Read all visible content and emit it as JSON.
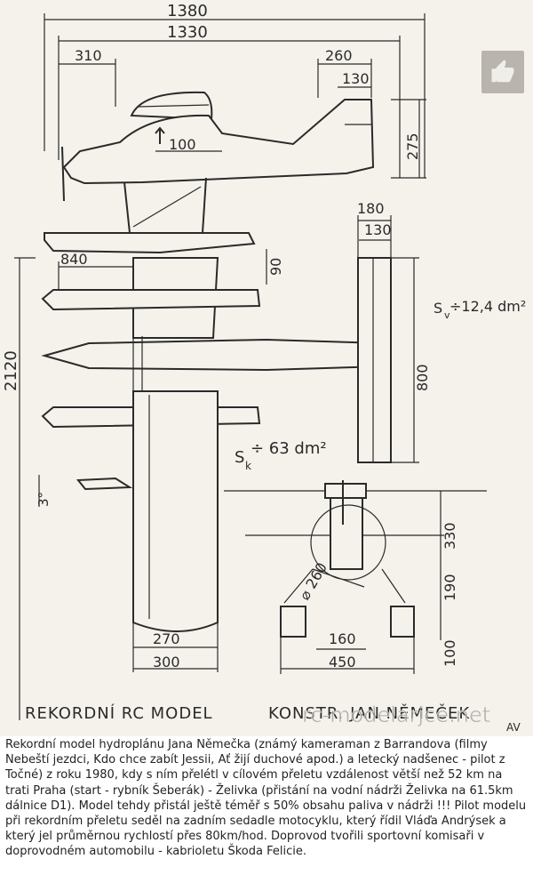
{
  "drawing": {
    "side_view": {
      "dim_total_length": "1380",
      "dim_fuselage_length": "1330",
      "dim_nose": "310",
      "dim_tail_260": "260",
      "dim_tail_130": "130",
      "dim_height_275": "275",
      "dim_wing_100": "100"
    },
    "top_view": {
      "dim_span": "2120",
      "dim_float_840": "840",
      "dim_90": "90",
      "dim_stab_180": "180",
      "dim_stab_130": "130",
      "dim_stab_800": "800",
      "stab_area": "S",
      "stab_area_sub": "v",
      "stab_area_val": "÷12,4 dm²",
      "wing_area": "S",
      "wing_area_sub": "k",
      "wing_area_val": "÷ 63 dm²",
      "dim_chord_270": "270",
      "dim_chord_300": "300",
      "dim_angle": "3°"
    },
    "front_view": {
      "dim_330": "330",
      "dim_190": "190",
      "dim_100": "100",
      "dim_prop": "⌀ 260",
      "dim_160": "160",
      "dim_450": "450"
    },
    "title_left": "REKORDNÍ RC MODEL",
    "title_right": "KONSTR. JAN NĚMEČEK",
    "watermark": "rc-modelarjce.net",
    "initials": "AV"
  },
  "like_icon": "thumbs-up-icon",
  "caption": "Rekordní model hydroplánu Jana Němečka (známý kameraman z Barrandova (filmy Nebeští jezdci, Kdo chce zabít Jessii, Ať žijí duchové apod.) a letecký nadšenec - pilot z Točné) z roku 1980, kdy s ním přelétl v cílovém přeletu vzdálenost větší než 52 km na trati Praha (start - rybník Šeberák) - Želivka (přistání na vodní nádrži Želivka na 61.5km dálnice D1). Model tehdy přistál ještě téměř s 50% obsahu paliva v nádrži !!! Pilot modelu při rekordním přeletu seděl na zadním sedadle motocyklu, který řídil Vláďa Andrýsek a který jel průměrnou rychlostí přes 80km/hod. Doprovod tvořili sportovní komisaři v doprovodném automobilu - kabrioletu Škoda Felicie."
}
